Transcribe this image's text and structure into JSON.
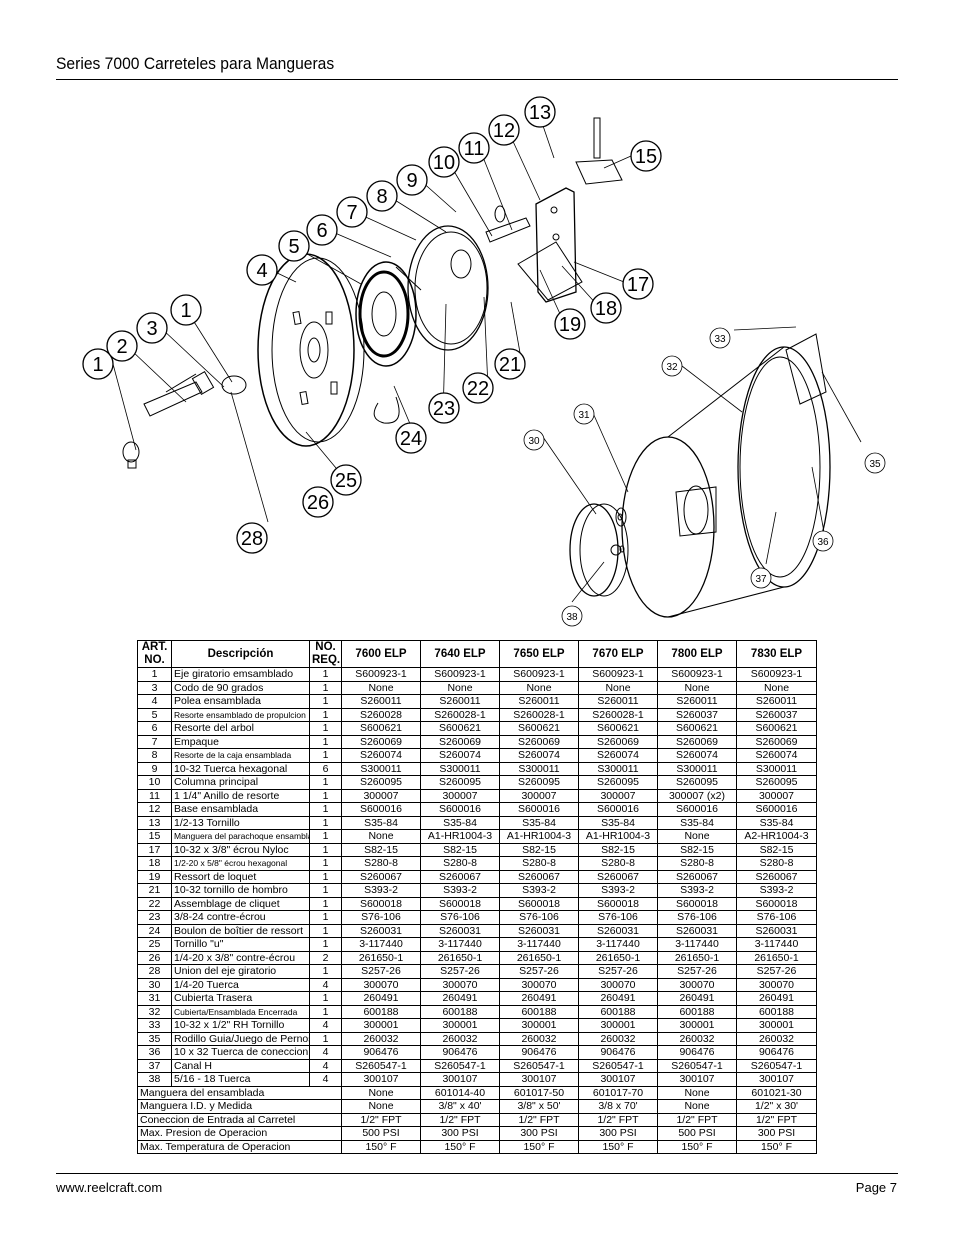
{
  "header": {
    "title": "Series 7000 Carreteles para Mangueras"
  },
  "diagram": {
    "callouts_left": [
      "1",
      "2",
      "3",
      "1",
      "4",
      "5",
      "6",
      "7",
      "8",
      "9",
      "10",
      "11",
      "12",
      "13",
      "15",
      "17",
      "18",
      "19",
      "21",
      "22",
      "23",
      "24",
      "25",
      "26",
      "28"
    ],
    "callouts_right": [
      "33",
      "32",
      "31",
      "30",
      "35",
      "36",
      "37",
      "38"
    ]
  },
  "table": {
    "headers": [
      "ART. NO.",
      "Descripción",
      "NO. REQ.",
      "7600 ELP",
      "7640 ELP",
      "7650 ELP",
      "7670 ELP",
      "7800 ELP",
      "7830 ELP"
    ],
    "rows": [
      [
        "1",
        "Eje giratorio emsamblado",
        "1",
        "S600923-1",
        "S600923-1",
        "S600923-1",
        "S600923-1",
        "S600923-1",
        "S600923-1"
      ],
      [
        "3",
        "Codo de 90 grados",
        "1",
        "None",
        "None",
        "None",
        "None",
        "None",
        "None"
      ],
      [
        "4",
        "Polea ensamblada",
        "1",
        "S260011",
        "S260011",
        "S260011",
        "S260011",
        "S260011",
        "S260011"
      ],
      [
        "5",
        "Resorte ensamblado de propulcion",
        "1",
        "S260028",
        "S260028-1",
        "S260028-1",
        "S260028-1",
        "S260037",
        "S260037"
      ],
      [
        "6",
        "Resorte del arbol",
        "1",
        "S600621",
        "S600621",
        "S600621",
        "S600621",
        "S600621",
        "S600621"
      ],
      [
        "7",
        "Empaque",
        "1",
        "S260069",
        "S260069",
        "S260069",
        "S260069",
        "S260069",
        "S260069"
      ],
      [
        "8",
        "Resorte de la caja ensamblada",
        "1",
        "S260074",
        "S260074",
        "S260074",
        "S260074",
        "S260074",
        "S260074"
      ],
      [
        "9",
        "10-32 Tuerca hexagonal",
        "6",
        "S300011",
        "S300011",
        "S300011",
        "S300011",
        "S300011",
        "S300011"
      ],
      [
        "10",
        "Columna principal",
        "1",
        "S260095",
        "S260095",
        "S260095",
        "S260095",
        "S260095",
        "S260095"
      ],
      [
        "11",
        "1 1/4\" Anillo de resorte",
        "1",
        "300007",
        "300007",
        "300007",
        "300007",
        "300007 (x2)",
        "300007"
      ],
      [
        "12",
        "Base ensamblada",
        "1",
        "S600016",
        "S600016",
        "S600016",
        "S600016",
        "S600016",
        "S600016"
      ],
      [
        "13",
        "1/2-13 Tornillo",
        "1",
        "S35-84",
        "S35-84",
        "S35-84",
        "S35-84",
        "S35-84",
        "S35-84"
      ],
      [
        "15",
        "Manguera del parachoque ensamblada",
        "1",
        "None",
        "A1-HR1004-3",
        "A1-HR1004-3",
        "A1-HR1004-3",
        "None",
        "A2-HR1004-3"
      ],
      [
        "17",
        "10-32 x 3/8\" écrou Nyloc",
        "1",
        "S82-15",
        "S82-15",
        "S82-15",
        "S82-15",
        "S82-15",
        "S82-15"
      ],
      [
        "18",
        "1/2-20 x 5/8\" écrou hexagonal",
        "1",
        "S280-8",
        "S280-8",
        "S280-8",
        "S280-8",
        "S280-8",
        "S280-8"
      ],
      [
        "19",
        "Ressort de loquet",
        "1",
        "S260067",
        "S260067",
        "S260067",
        "S260067",
        "S260067",
        "S260067"
      ],
      [
        "21",
        "10-32 tornillo de hombro",
        "1",
        "S393-2",
        "S393-2",
        "S393-2",
        "S393-2",
        "S393-2",
        "S393-2"
      ],
      [
        "22",
        "Assemblage de cliquet",
        "1",
        "S600018",
        "S600018",
        "S600018",
        "S600018",
        "S600018",
        "S600018"
      ],
      [
        "23",
        "3/8-24 contre-écrou",
        "1",
        "S76-106",
        "S76-106",
        "S76-106",
        "S76-106",
        "S76-106",
        "S76-106"
      ],
      [
        "24",
        "Boulon de boîtier de ressort",
        "1",
        "S260031",
        "S260031",
        "S260031",
        "S260031",
        "S260031",
        "S260031"
      ],
      [
        "25",
        "Tornillo \"u\"",
        "1",
        "3-117440",
        "3-117440",
        "3-117440",
        "3-117440",
        "3-117440",
        "3-117440"
      ],
      [
        "26",
        "1/4-20 x 3/8\" contre-écrou",
        "2",
        "261650-1",
        "261650-1",
        "261650-1",
        "261650-1",
        "261650-1",
        "261650-1"
      ],
      [
        "28",
        "Union del eje giratorio",
        "1",
        "S257-26",
        "S257-26",
        "S257-26",
        "S257-26",
        "S257-26",
        "S257-26"
      ],
      [
        "30",
        "1/4-20 Tuerca",
        "4",
        "300070",
        "300070",
        "300070",
        "300070",
        "300070",
        "300070"
      ],
      [
        "31",
        "Cubierta Trasera",
        "1",
        "260491",
        "260491",
        "260491",
        "260491",
        "260491",
        "260491"
      ],
      [
        "32",
        "Cubierta/Ensamblada Encerrada",
        "1",
        "600188",
        "600188",
        "600188",
        "600188",
        "600188",
        "600188"
      ],
      [
        "33",
        "10-32 x 1/2\" RH Tornillo",
        "4",
        "300001",
        "300001",
        "300001",
        "300001",
        "300001",
        "300001"
      ],
      [
        "35",
        "Rodillo Guia/Juego de Pernos",
        "1",
        "260032",
        "260032",
        "260032",
        "260032",
        "260032",
        "260032"
      ],
      [
        "36",
        "10 x 32 Tuerca de coneccion",
        "4",
        "906476",
        "906476",
        "906476",
        "906476",
        "906476",
        "906476"
      ],
      [
        "37",
        "Canal H",
        "4",
        "S260547-1",
        "S260547-1",
        "S260547-1",
        "S260547-1",
        "S260547-1",
        "S260547-1"
      ],
      [
        "38",
        "5/16 - 18 Tuerca",
        "4",
        "300107",
        "300107",
        "300107",
        "300107",
        "300107",
        "300107"
      ]
    ],
    "summary_rows": [
      [
        "Manguera del ensamblada",
        "None",
        "601014-40",
        "601017-50",
        "601017-70",
        "None",
        "601021-30"
      ],
      [
        "Manguera I.D. y Medida",
        "None",
        "3/8\" x 40'",
        "3/8\" x 50'",
        "3/8 x 70'",
        "None",
        "1/2\" x 30'"
      ],
      [
        "Coneccion de Entrada al Carretel",
        "1/2\" FPT",
        "1/2\" FPT",
        "1/2\" FPT",
        "1/2\" FPT",
        "1/2\" FPT",
        "1/2\" FPT"
      ],
      [
        "Max. Presion de Operacion",
        "500 PSI",
        "300 PSI",
        "300 PSI",
        "300 PSI",
        "500 PSI",
        "300 PSI"
      ],
      [
        "Max. Temperatura de Operacion",
        "150° F",
        "150° F",
        "150° F",
        "150° F",
        "150° F",
        "150° F"
      ]
    ]
  },
  "footer": {
    "website": "www.reelcraft.com",
    "page": "Page 7"
  }
}
